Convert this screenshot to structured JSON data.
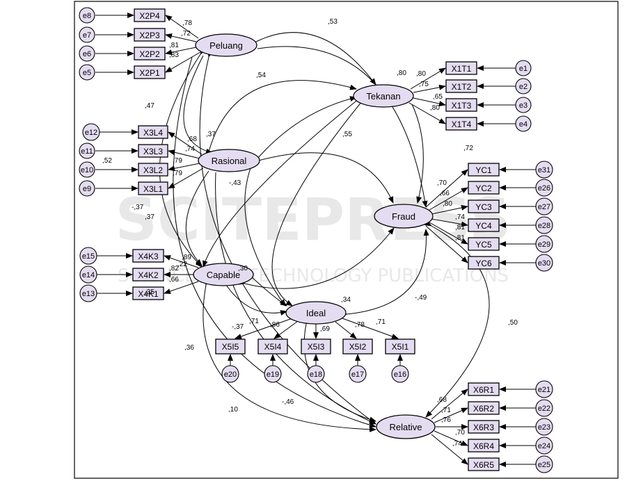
{
  "diagram": {
    "watermark": {
      "main": "SCITEPRESS",
      "sub": "SCIENCE AND TECHNOLOGY PUBLICATIONS"
    },
    "latents": {
      "peluang": "Peluang",
      "tekanan": "Tekanan",
      "rasional": "Rasional",
      "fraud": "Fraud",
      "capable": "Capable",
      "ideal": "Ideal",
      "relative": "Relative"
    },
    "indicators": {
      "x2p4": "X2P4",
      "x2p3": "X2P3",
      "x2p2": "X2P2",
      "x2p1": "X2P1",
      "x1t1": "X1T1",
      "x1t2": "X1T2",
      "x1t3": "X1T3",
      "x1t4": "X1T4",
      "x3l4": "X3L4",
      "x3l3": "X3L3",
      "x3l2": "X3L2",
      "x3l1": "X3L1",
      "yc1": "YC1",
      "yc2": "YC2",
      "yc3": "YC3",
      "yc4": "YC4",
      "yc5": "YC5",
      "yc6": "YC6",
      "x4k3": "X4K3",
      "x4k2": "X4K2",
      "x4k1": "X4K1",
      "x5i5": "X5I5",
      "x5i4": "X5I4",
      "x5i3": "X5I3",
      "x5i2": "X5I2",
      "x5i1": "X5I1",
      "x6r1": "X6R1",
      "x6r2": "X6R2",
      "x6r3": "X6R3",
      "x6r4": "X6R4",
      "x6r5": "X6R5"
    },
    "errors": {
      "e8": "e8",
      "e7": "e7",
      "e6": "e6",
      "e5": "e5",
      "e1": "e1",
      "e2": "e2",
      "e3": "e3",
      "e4": "e4",
      "e12": "e12",
      "e11": "e11",
      "e10": "e10",
      "e9": "e9",
      "e31": "e31",
      "e26": "e26",
      "e27": "e27",
      "e28": "e28",
      "e29": "e29",
      "e30": "e30",
      "e15": "e15",
      "e14": "e14",
      "e13": "e13",
      "e20": "e20",
      "e19": "e19",
      "e18": "e18",
      "e17": "e17",
      "e16": "e16",
      "e21": "e21",
      "e22": "e22",
      "e23": "e23",
      "e24": "e24",
      "e25": "e25"
    },
    "coefficients": {
      "p4": ",78",
      "p3": ",72",
      "p2": ",81",
      "p1": ",83",
      "t1": ",80",
      "t2": ",75",
      "t3": ",65",
      "t4": ",80",
      "l4": ",68",
      "l3": ",74",
      "l2": ",79",
      "l1": ",79",
      "yc1": ",70",
      "yc2": ",66",
      "yc3": ",80",
      "yc4": ",74",
      "yc5": ",81",
      "yc6": ",81",
      "k3": ",89",
      "k2": ",82",
      "k1": ",66",
      "i5": ",71",
      "i4": ",86",
      "i3": ",69",
      "i2": ",78",
      "i1": ",71",
      "r1": ",68",
      "r2": ",71",
      "r3": ",76",
      "r4": ",70",
      "r5": ",74",
      "peluang_tekanan": ",53",
      "tekanan_fraud": ",80",
      "peluang_rasional": ",54",
      "rasional_tekanan": ",37",
      "rasional_fraud": ",55",
      "fraud_yc_top": ",72",
      "peluang_capable": ",47",
      "rasional_ideal": "-,43",
      "left_a": ",52",
      "left_b": "-,37",
      "left_c": ",37",
      "capable_ideal": ",30",
      "ideal_fraud": ",34",
      "ideal_fraud_neg": "-,49",
      "fraud_relative": ",50",
      "capable_ideal_neg": "-,37",
      "left_d": ",36",
      "relative_neg": "-,46",
      "left_e": ",10",
      "k_extra": ",22",
      "k_extra2": ",35"
    }
  }
}
